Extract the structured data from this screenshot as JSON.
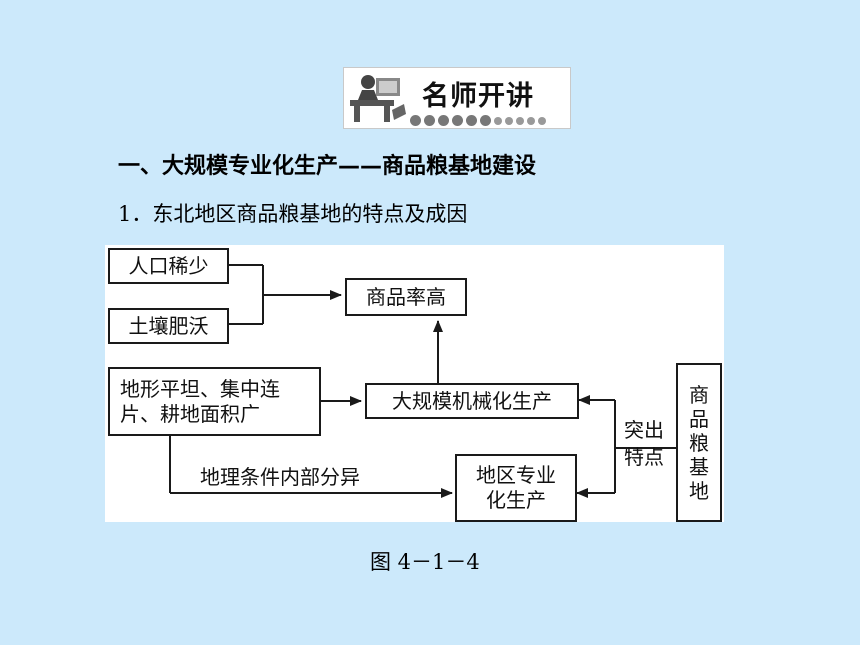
{
  "banner": {
    "title": "名师开讲"
  },
  "heading": "一、大规模专业化生产——商品粮基地建设",
  "subheading": "1．东北地区商品粮基地的特点及成因",
  "diagram": {
    "nodes": {
      "few_people": "人口稀少",
      "fertile_soil": "土壤肥沃",
      "high_rate": "商品率高",
      "terrain_line1": "地形平坦、集中连",
      "terrain_line2": "片、耕地面积广",
      "mechanized": "大规模机械化生产",
      "regional_line1": "地区专业",
      "regional_line2": "化生产",
      "base": "商品粮基地"
    },
    "labels": {
      "differentiation": "地理条件内部分异",
      "highlight_line1": "突出",
      "highlight_line2": "特点"
    }
  },
  "caption": "图 4－1－4"
}
